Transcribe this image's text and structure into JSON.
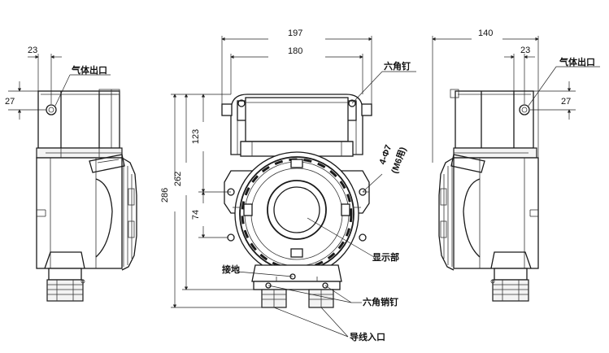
{
  "dimensions": {
    "overall_width": "197",
    "inner_width": "180",
    "right_view_depth": "140",
    "outlet_offset_left": "23",
    "outlet_offset_right": "23",
    "outlet_height_left": "27",
    "outlet_height_right": "27",
    "overall_height": "286",
    "mount_height": "262",
    "upper_height": "123",
    "lower_height": "74"
  },
  "labels": {
    "gas_outlet_left": "气体出口",
    "gas_outlet_right": "气体出口",
    "hex_screw": "六角钉",
    "hole_spec": "4-Φ7",
    "hole_note": "(M6用)",
    "display": "显示部",
    "ground": "接地",
    "hex_pin": "六角销钉",
    "cable_entry": "导线入口"
  }
}
